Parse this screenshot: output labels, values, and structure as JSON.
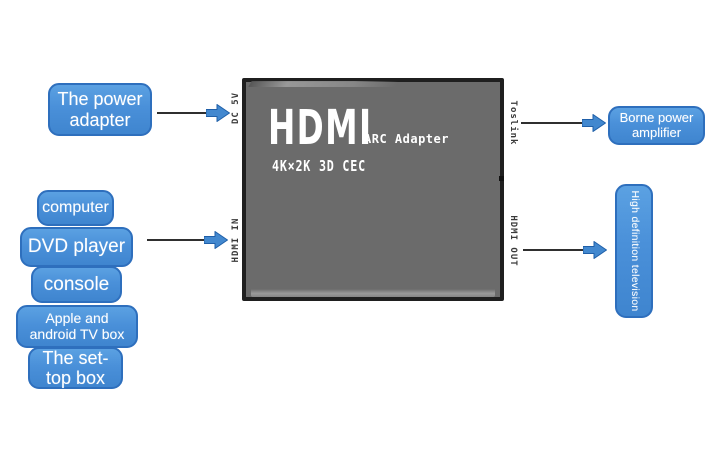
{
  "device": {
    "brand": "HDMI",
    "model": "ARC Adapter",
    "features": "4K×2K 3D CEC",
    "ports": {
      "power_in": "DC 5V",
      "hdmi_in": "HDMI IN",
      "toslink": "Toslink",
      "hdmi_out": "HDMI OUT"
    }
  },
  "sources": {
    "power": "The power adapter",
    "devices": [
      "computer",
      "DVD player",
      "console",
      "Apple and android TV box",
      "The set-top box"
    ]
  },
  "outputs": {
    "audio": "Borne power amplifier",
    "video": "High definition television"
  },
  "colors": {
    "node_fill": "#4a90d9",
    "node_border": "#2e6fbd",
    "node_text": "#ffffff",
    "device_fill": "#6b6b6b",
    "device_border": "#1f1f1f",
    "device_text": "#ffffff",
    "port_label_text": "#3a3a3a",
    "arrow_line": "#2f2f2f",
    "arrow_head_fill": "#4288cf",
    "background": "#ffffff"
  }
}
